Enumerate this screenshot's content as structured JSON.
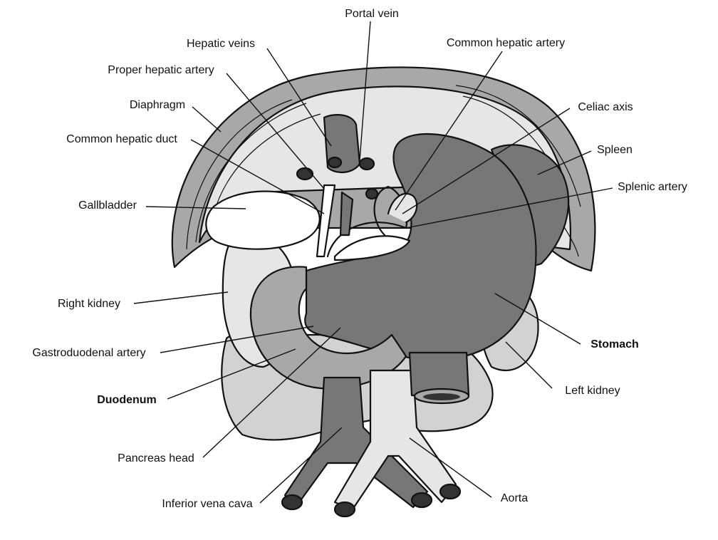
{
  "labels": {
    "portal_vein": "Portal vein",
    "hepatic_veins": "Hepatic veins",
    "common_hepatic_artery": "Common hepatic artery",
    "proper_hepatic_artery": "Proper hepatic artery",
    "diaphragm": "Diaphragm",
    "celiac_axis": "Celiac axis",
    "common_hepatic_duct": "Common hepatic duct",
    "spleen": "Spleen",
    "splenic_artery": "Splenic artery",
    "gallbladder": "Gallbladder",
    "right_kidney": "Right kidney",
    "stomach": "Stomach",
    "gastroduodenal_artery": "Gastroduodenal artery",
    "left_kidney": "Left kidney",
    "duodenum": "Duodenum",
    "pancreas_head": "Pancreas head",
    "inferior_vena_cava": "Inferior vena cava",
    "aorta": "Aorta"
  },
  "colors": {
    "dark_gray": "#777777",
    "mid_gray": "#a8a8a8",
    "light_gray": "#d2d2d2",
    "very_light_gray": "#e6e6e6",
    "white": "#ffffff",
    "outline": "#111111"
  }
}
